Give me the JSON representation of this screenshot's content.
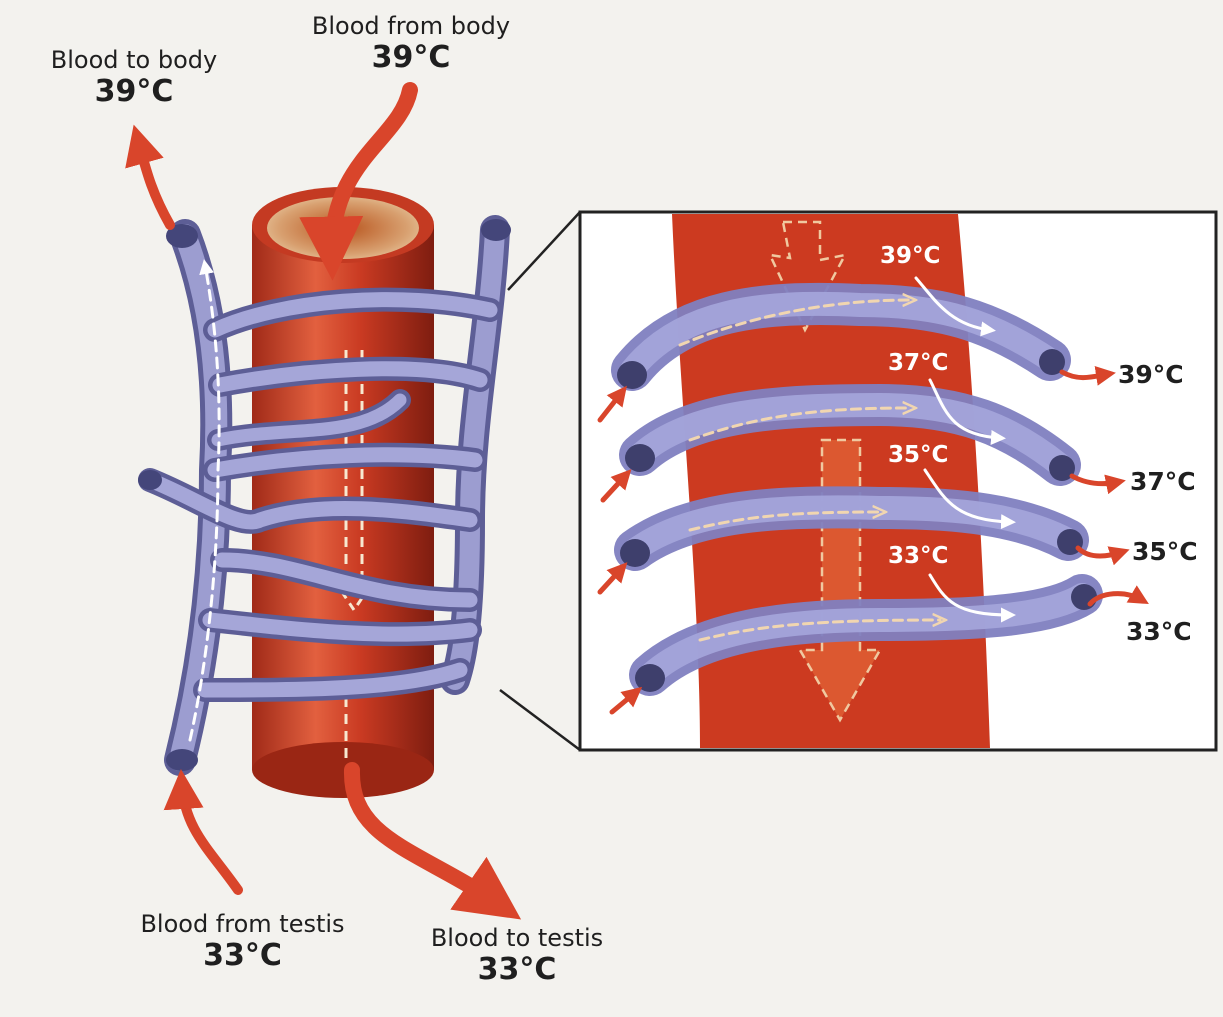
{
  "labels": {
    "blood_to_body": {
      "name": "Blood to body",
      "temp": "39°C"
    },
    "blood_from_body": {
      "name": "Blood from body",
      "temp": "39°C"
    },
    "blood_from_testis": {
      "name": "Blood from testis",
      "temp": "33°C"
    },
    "blood_to_testis": {
      "name": "Blood to testis",
      "temp": "33°C"
    }
  },
  "inset": {
    "artery_temps": [
      "39°C",
      "37°C",
      "35°C",
      "33°C"
    ],
    "vein_outlet_temps": [
      "39°C",
      "37°C",
      "35°C",
      "33°C"
    ]
  },
  "colors": {
    "artery": "#c93a22",
    "artery_light": "#e06040",
    "vein": "#8a88c8",
    "vein_light": "#a8a6e0",
    "arrow_red": "#d9452b",
    "background": "#f3f2ee"
  }
}
